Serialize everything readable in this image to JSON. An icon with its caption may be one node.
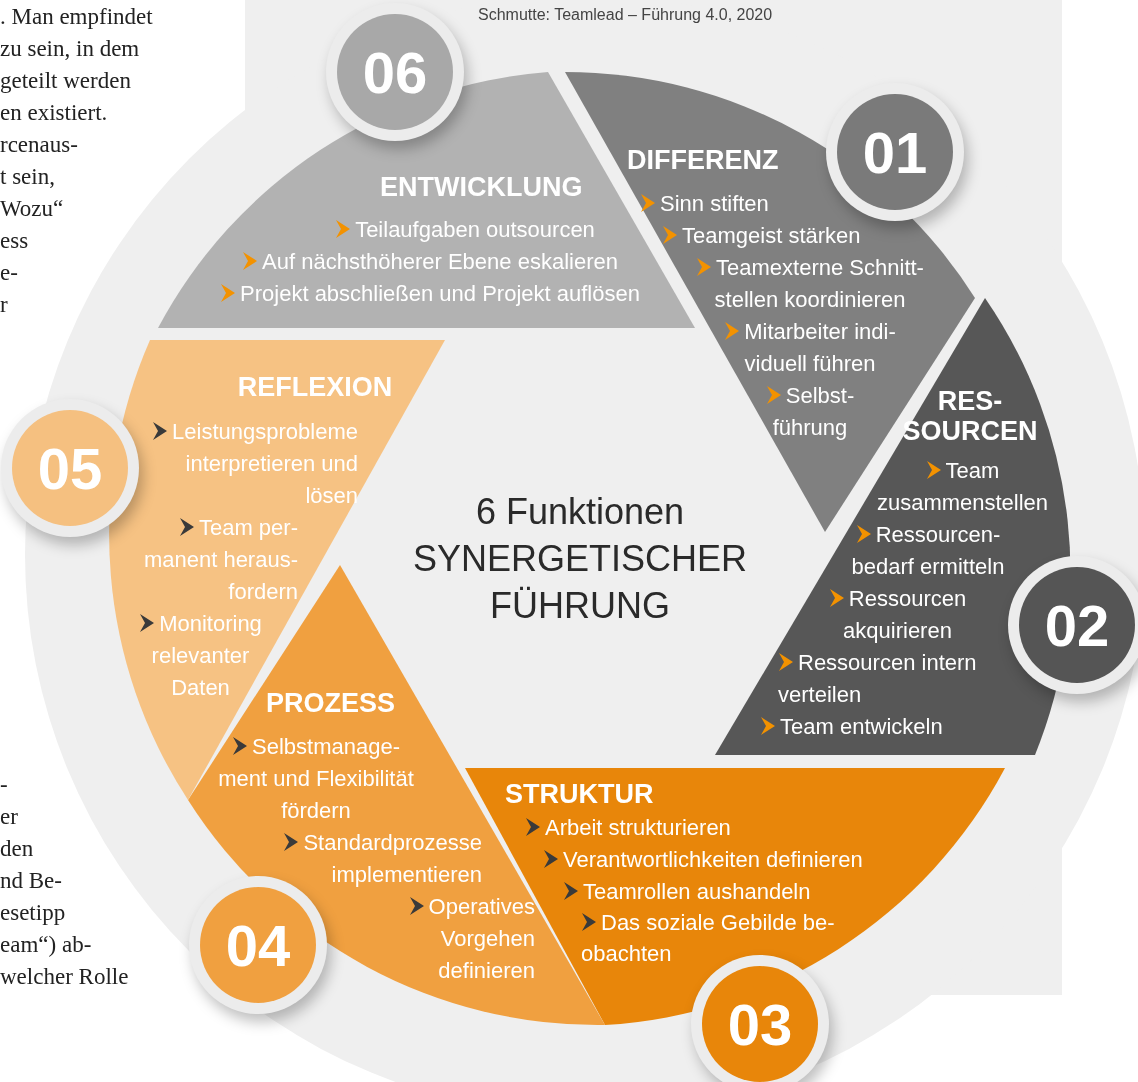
{
  "diagram": {
    "nodes": [
      {
        "text": [
          "01"
        ]
      },
      {
        "text": [
          "DIFFERENZ",
          "Sinn stiften",
          "Teamgeist stärken",
          "Teamexterne Schnitt- stellen koordinieren",
          "Mitarbeiter indi- viduell führen",
          "Selbst- führung"
        ]
      },
      {
        "text": [
          "02"
        ]
      },
      {
        "text": [
          "RES- SOURCEN",
          "Team zusammenstellen",
          "Ressourcen- bedarf ermitteln",
          "Ressourcen akquirieren",
          "Ressourcen intern verteilen",
          "Team entwickeln"
        ]
      },
      {
        "text": [
          "03"
        ]
      },
      {
        "text": [
          "STRUKTUR",
          "Arbeit strukturieren",
          "Verantwortlichkeiten definieren",
          "Teamrollen aushandeln",
          "Das soziale Gebilde be- obachten"
        ]
      },
      {
        "text": [
          "04"
        ]
      },
      {
        "text": [
          "PROZESS",
          "Selbstmanage- ment und Flexibilität fördern",
          "Standardprozesse implementieren",
          "Operatives Vorgehen definieren"
        ]
      },
      {
        "text": [
          "05"
        ]
      },
      {
        "text": [
          "REFLEXION",
          "Leistungsprobleme interpretieren und lösen",
          "Team per- manent heraus- fordern",
          "Monitoring relevanter Daten"
        ]
      },
      {
        "text": [
          "06"
        ]
      },
      {
        "text": [
          "ENTWICKLUNG",
          "Teilaufgaben outsourcen",
          "Auf nächsthöherer Ebene eskalieren",
          "Projekt abschließen und Projekt auflösen"
        ]
      },
      {
        "text": [
          "6 Funktionen SYNERGETISCHER FÜHRUNG"
        ]
      }
    ],
    "labels": [
      "Schmutte: Teamlead – Führung 4.0, 2020",
      ". Man empfindet",
      "zu sein, in dem",
      "geteilt werden",
      "en existiert.",
      "rcenaus-",
      "t sein,",
      "Wozu“",
      "ess",
      "e-",
      "r",
      "-",
      "er",
      "den",
      "nd Be-",
      "esetipp",
      "eam“) ab-",
      "welcher Rolle"
    ]
  }
}
